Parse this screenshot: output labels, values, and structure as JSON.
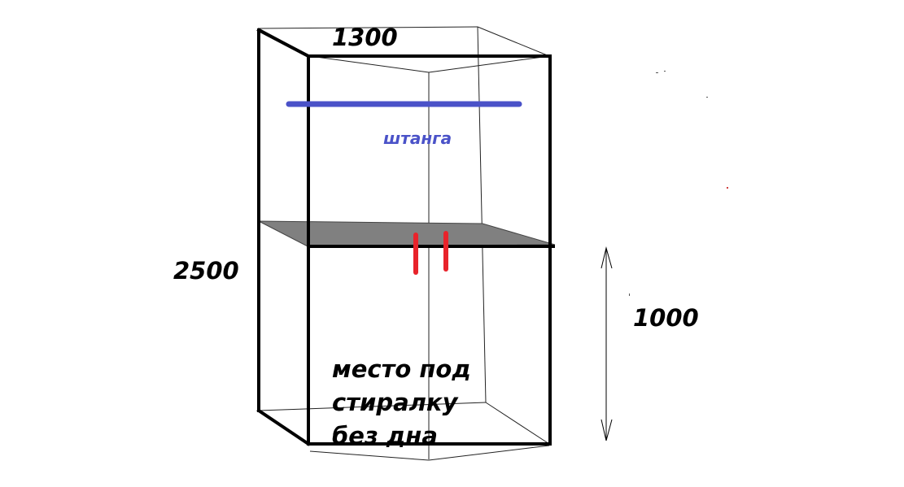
{
  "labels": {
    "width": "1300",
    "height": "2500",
    "section_height": "1000",
    "rod": "штанга",
    "note_line1": "место под",
    "note_line2": "стиралку",
    "note_line3": "без дна"
  },
  "colors": {
    "outline": "#000000",
    "thin_line": "#222222",
    "rod": "#4a52c8",
    "rod_text": "#4a52c8",
    "shelf": "#808080",
    "supports": "#e8232b",
    "background": "#ffffff"
  }
}
